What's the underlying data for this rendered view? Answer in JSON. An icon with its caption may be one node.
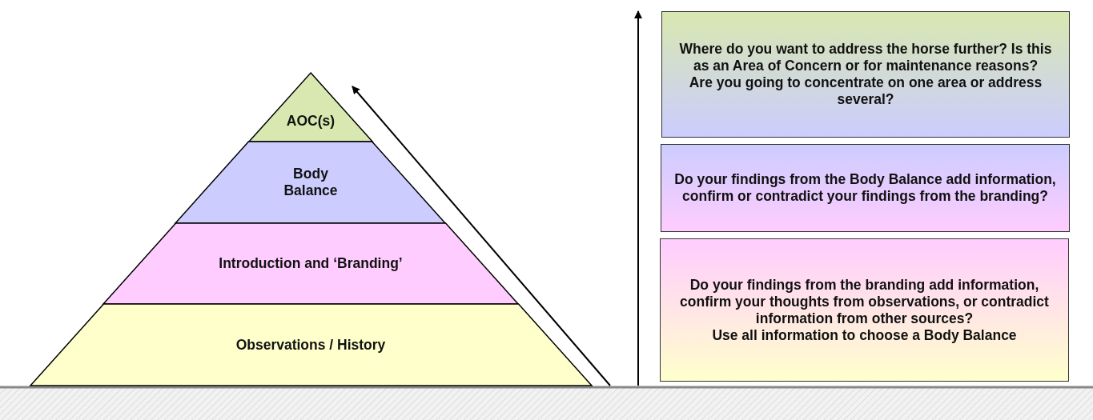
{
  "diagram": {
    "nodes": [
      {
        "text": [
          "AOC(s)"
        ]
      },
      {
        "text": [
          "Body Balance"
        ]
      },
      {
        "text": [
          "Introduction and ‘Branding’"
        ]
      },
      {
        "text": [
          "Observations / History"
        ]
      },
      {
        "text": [
          "Where do you want to address the horse further? Is this as an Area of Concern or for maintenance reasons?",
          "Are you going to concentrate on one area or address several?"
        ]
      },
      {
        "text": [
          "Do your findings from the Body Balance add information, confirm or contradict your findings from the branding?"
        ]
      },
      {
        "text": [
          "Do your findings from the branding add information, confirm your thoughts from observations, or contradict information from other sources?",
          "Use all information to choose a Body Balance"
        ]
      }
    ]
  }
}
